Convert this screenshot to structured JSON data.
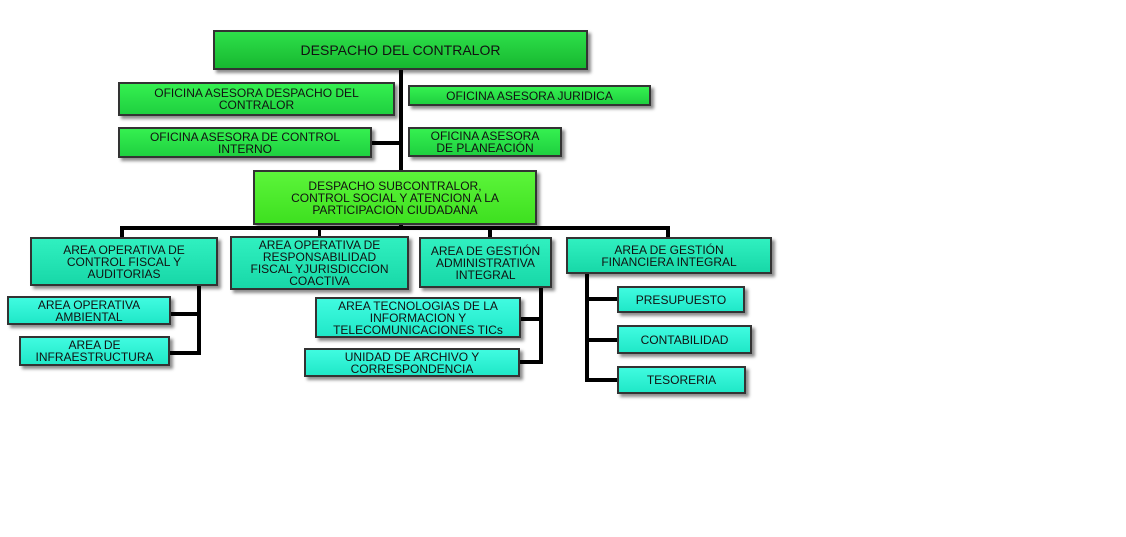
{
  "title": "DESPACHO DEL CONTRALOR",
  "advisory_offices": [
    "OFICINA  ASESORA DESPACHO  DEL\nCONTRALOR",
    "OFICINA  ASESORA JURIDICA",
    "OFICINA  ASESORA DE CONTROL\nINTERNO",
    "OFICINA  ASESORA\nDE PLANEACIÓN"
  ],
  "subcontralor": "DESPACHO  SUBCONTRALOR,\nCONTROL  SOCIAL  Y ATENCION  A LA\nPARTICIPACION  CIUDADANA",
  "areas": [
    {
      "label": "AREA  OPERATIVA  DE\nCONTROL FISCAL Y\nAUDITORIAS",
      "children": [
        "AREA OPERATIVA\nAMBIENTAL",
        "AREA  DE\nINFRAESTRUCTURA"
      ]
    },
    {
      "label": "AREA OPERATIVA  DE\nRESPONSABILIDAD\nFISCAL YJURISDICCION\nCOACTIVA",
      "children": []
    },
    {
      "label": "AREA DE GESTIÓN\nADMINISTRATIVA\nINTEGRAL",
      "children": [
        "AREA  TECNOLOGIAS DE LA\nINFORMACION  Y\nTELECOMUNICACIONES TICs",
        "UNIDAD  DE ARCHIVO Y\nCORRESPONDENCIA"
      ]
    },
    {
      "label": "AREA DE GESTIÓN\nFINANCIERA INTEGRAL",
      "children": [
        "PRESUPUESTO",
        "CONTABILIDAD",
        "TESORERIA"
      ]
    }
  ]
}
